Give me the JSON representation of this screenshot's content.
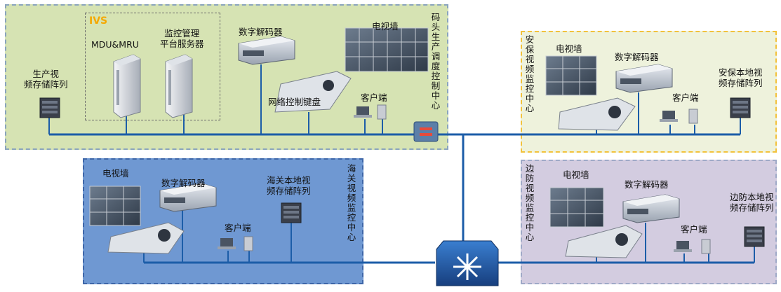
{
  "zones": {
    "dock": {
      "title": "码头生产调度控制中心",
      "ivs_title": "IVS",
      "mdu_label": "MDU&MRU",
      "platform_label_1": "监控管理",
      "platform_label_2": "平台服务器",
      "storage_label_1": "生产视",
      "storage_label_2": "频存储阵列",
      "decoder_label": "数字解码器",
      "tvwall_label": "电视墙",
      "keyboard_label": "网络控制键盘",
      "client_label": "客户端"
    },
    "security": {
      "title": "安保视频监控中心",
      "tvwall_label": "电视墙",
      "decoder_label": "数字解码器",
      "storage_label_1": "安保本地视",
      "storage_label_2": "频存储阵列",
      "client_label": "客户端"
    },
    "customs": {
      "title": "海关视频监控中心",
      "tvwall_label": "电视墙",
      "decoder_label": "数字解码器",
      "storage_label_1": "海关本地视",
      "storage_label_2": "频存储阵列",
      "client_label": "客户端"
    },
    "border": {
      "title": "边防视频监控中心",
      "tvwall_label": "电视墙",
      "decoder_label": "数字解码器",
      "storage_label_1": "边防本地视",
      "storage_label_2": "频存储阵列",
      "client_label": "客户端"
    }
  },
  "colors": {
    "dock_bg": "#d6e3b3",
    "dock_border": "#8aa4bd",
    "security_bg": "#eef2dc",
    "security_border": "#f2c23c",
    "customs_bg": "#6f98d2",
    "customs_border": "#3e66a8",
    "border_bg": "#d3cce0",
    "border_border": "#9fa9c7",
    "network_line": "#1c5da8",
    "ivs_text": "#f5a800"
  },
  "icons": [
    "storage-array-icon",
    "server-icon",
    "decoder-icon",
    "tv-wall-icon",
    "control-keyboard-icon",
    "client-pc-icon",
    "router-icon",
    "core-switch-icon"
  ]
}
